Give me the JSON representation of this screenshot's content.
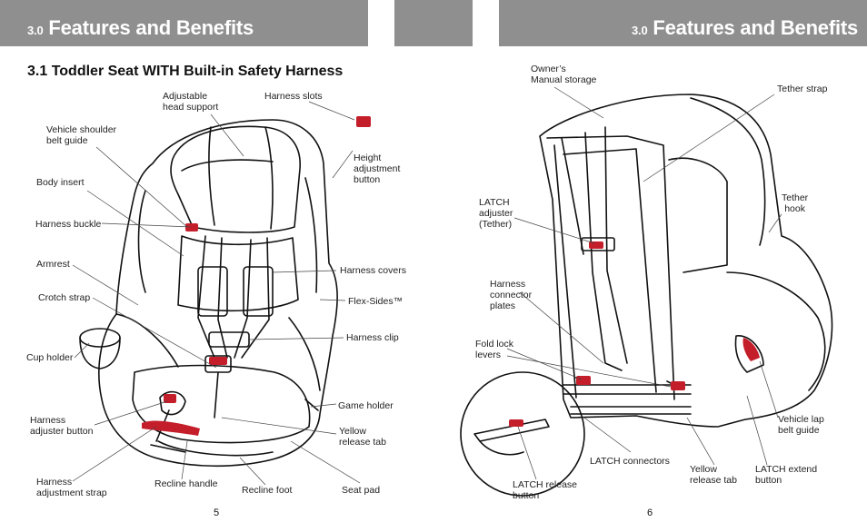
{
  "banners": {
    "left": {
      "number": "3.0",
      "title": "Features and Benefits"
    },
    "right": {
      "number": "3.0",
      "title": "Features and Benefits"
    }
  },
  "section_title": "3.1 Toddler Seat WITH Built-in Safety Harness",
  "left_labels": {
    "adjustable_head_support": [
      "Adjustable",
      "head support"
    ],
    "harness_slots": [
      "Harness slots"
    ],
    "vehicle_shoulder_belt_guide": [
      "Vehicle shoulder",
      "belt guide"
    ],
    "height_adjustment_button": [
      "Height",
      "adjustment",
      "button"
    ],
    "body_insert": [
      "Body insert"
    ],
    "harness_buckle": [
      "Harness buckle"
    ],
    "armrest": [
      "Armrest"
    ],
    "harness_covers": [
      "Harness covers"
    ],
    "crotch_strap": [
      "Crotch strap"
    ],
    "flex_sides": [
      "Flex-Sides™"
    ],
    "harness_clip": [
      "Harness clip"
    ],
    "cup_holder": [
      "Cup holder"
    ],
    "game_holder": [
      "Game holder"
    ],
    "harness_adjuster_button": [
      "Harness",
      "adjuster button"
    ],
    "yellow_release_tab": [
      "Yellow",
      "release tab"
    ],
    "harness_adjustment_strap": [
      "Harness",
      "adjustment strap"
    ],
    "recline_handle": [
      "Recline handle"
    ],
    "recline_foot": [
      "Recline foot"
    ],
    "seat_pad": [
      "Seat pad"
    ]
  },
  "right_labels": {
    "owners_manual_storage": [
      "Owner’s",
      "Manual storage"
    ],
    "tether_strap": [
      "Tether strap"
    ],
    "latch_adjuster": [
      "LATCH",
      "adjuster",
      "(Tether)"
    ],
    "tether_hook": [
      "Tether",
      "hook"
    ],
    "harness_connector_plates": [
      "Harness",
      "connector",
      "plates"
    ],
    "fold_lock_levers": [
      "Fold lock",
      "levers"
    ],
    "vehicle_lap_belt_guide": [
      "Vehicle lap",
      "belt guide"
    ],
    "latch_connectors": [
      "LATCH connectors"
    ],
    "yellow_release_tab": [
      "Yellow",
      "release tab"
    ],
    "latch_extend_button": [
      "LATCH extend",
      "button"
    ],
    "latch_release_button": [
      "LATCH release",
      "button"
    ]
  },
  "page_numbers": {
    "left": "5",
    "right": "6"
  },
  "colors": {
    "banner": "#8f8f8f",
    "accent_red": "#c41e2a",
    "line": "#111111"
  }
}
